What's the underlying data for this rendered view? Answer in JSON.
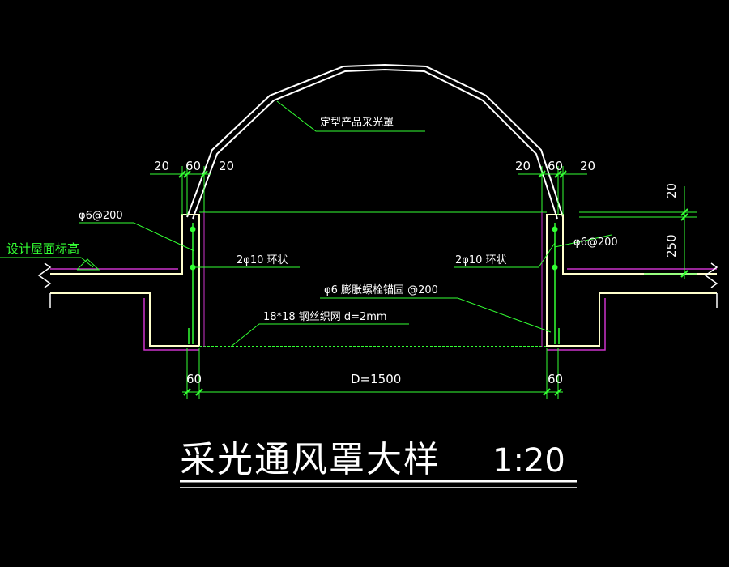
{
  "labels": {
    "skylight_product": "定型产品采光罩",
    "rebar_left": "φ6@200",
    "rebar_right": "φ6@200",
    "ring_left": "2φ10 环状",
    "ring_right": "2φ10 环状",
    "anchor_bolt": "φ6 膨胀螺栓锚固  @200",
    "mesh": "18*18 钢丝织网 d=2mm",
    "roof_level": "设计屋面标高"
  },
  "dimensions": {
    "left_20a": "20",
    "left_60": "60",
    "left_20b": "20",
    "right_20a": "20",
    "right_60": "60",
    "right_20b": "20",
    "bottom_left_60": "60",
    "diameter": "D=1500",
    "bottom_right_60": "60",
    "right_vertical_20": "20",
    "right_vertical_250": "250"
  },
  "title": {
    "main": "采光通风罩大样",
    "scale": "1:20"
  },
  "colors": {
    "background": "#000000",
    "outline": "#ffffcc",
    "green": "#33ff33",
    "magenta": "#cc33cc",
    "white": "#ffffff",
    "leader": "#33ff33",
    "grey": "#aaaaaa"
  }
}
